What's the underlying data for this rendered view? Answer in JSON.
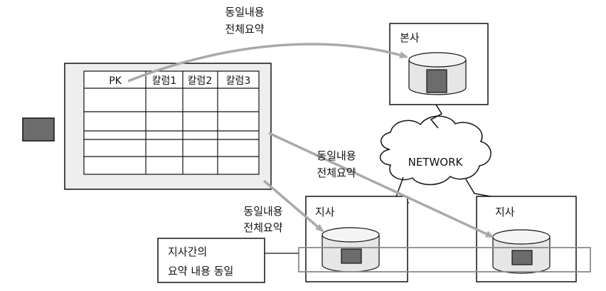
{
  "labels": {
    "top_line1": "동일내용",
    "top_line2": "전체요약",
    "mid_line1": "동일내용",
    "mid_line2": "전체요약",
    "left_line1": "동일내용",
    "left_line2": "전체요약"
  },
  "table": {
    "headers": [
      "PK",
      "칼럼1",
      "칼럼2",
      "칼럼3"
    ],
    "row_count": 5
  },
  "nodes": {
    "hq": "본사",
    "branch_left": "지사",
    "branch_right": "지사",
    "network": "NETWORK"
  },
  "note": {
    "line1": "지사간의",
    "line2": "요약 내용 동일"
  },
  "colors": {
    "table_panel": "#eeeeee",
    "database_body": "#e6e6e6",
    "data_block": "#6c6c6c",
    "arrow": "#a9a9a9",
    "outline": "#111111"
  }
}
